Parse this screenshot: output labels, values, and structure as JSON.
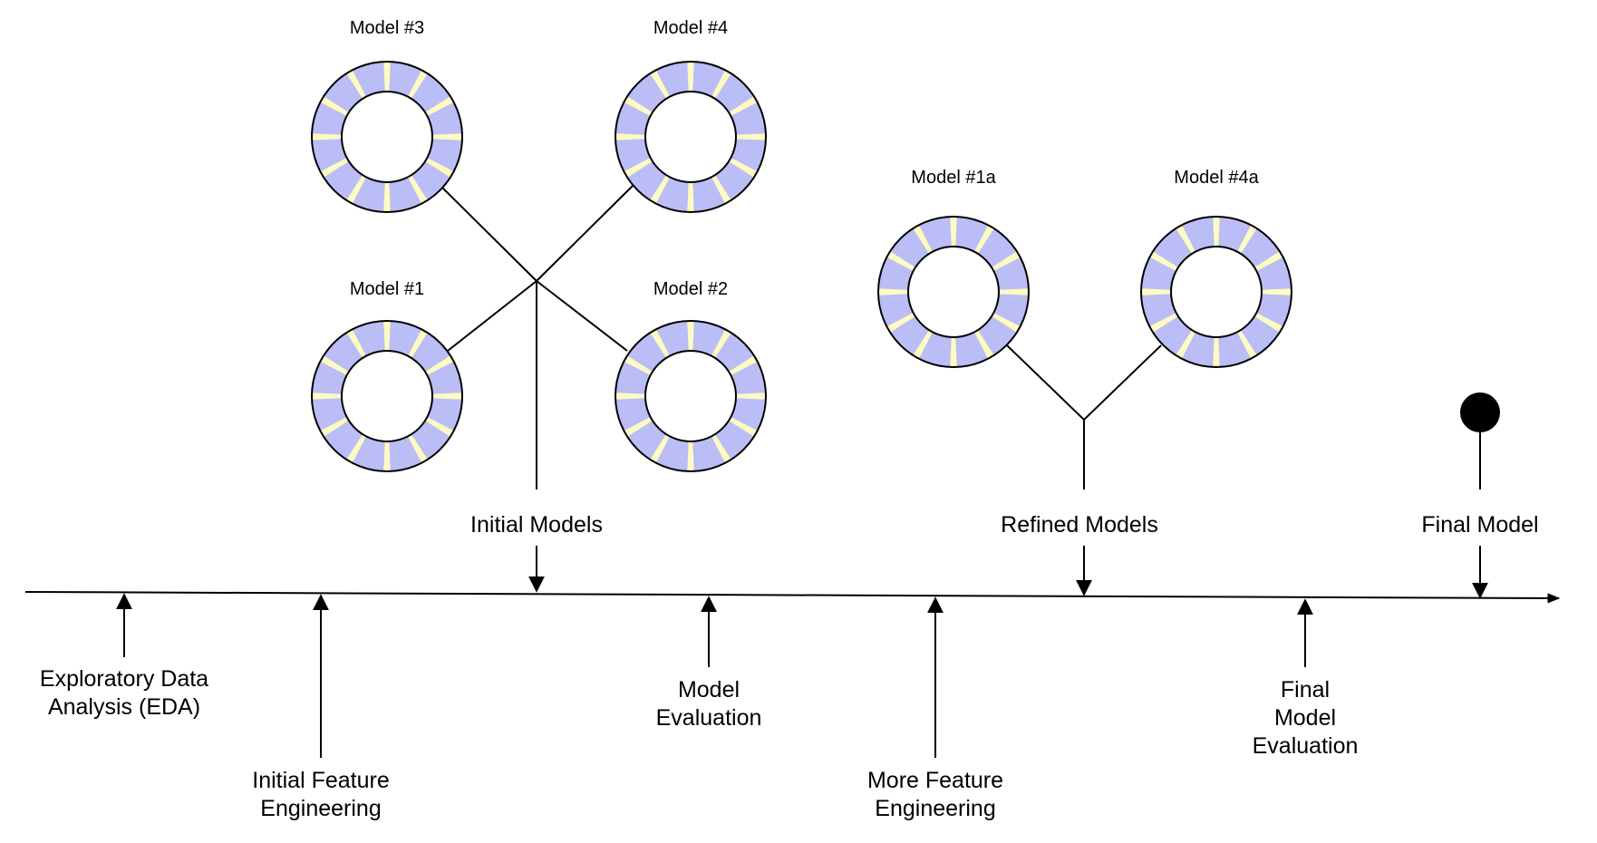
{
  "colors": {
    "ring_fill": "#BBBDF6",
    "ring_stripe": "#FDFBC2",
    "stroke": "#000000",
    "background": "#FFFFFF"
  },
  "models": {
    "m3": "Model #3",
    "m4": "Model #4",
    "m1": "Model #1",
    "m2": "Model #2",
    "m1a": "Model #1a",
    "m4a": "Model #4a"
  },
  "stages_above": {
    "initial_models": "Initial Models",
    "refined_models": "Refined Models",
    "final_model": "Final Model"
  },
  "stages_below": {
    "eda": [
      "Exploratory Data",
      "Analysis (EDA)"
    ],
    "initial_fe": [
      "Initial Feature",
      "Engineering"
    ],
    "model_eval": [
      "Model",
      "Evaluation"
    ],
    "more_fe": [
      "More Feature",
      "Engineering"
    ],
    "final_eval": [
      "Final",
      "Model",
      "Evaluation"
    ]
  }
}
